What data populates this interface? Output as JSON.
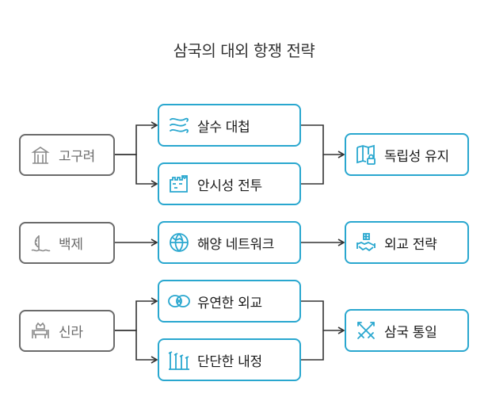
{
  "title": "삼국의 대외 항쟁 전략",
  "colors": {
    "kingdom_border": "#6b6b6b",
    "accent": "#29a7cf",
    "line": "#333333"
  },
  "kingdoms": [
    {
      "label": "고구려",
      "icon": "temple-icon"
    },
    {
      "label": "백제",
      "icon": "sailboat-icon"
    },
    {
      "label": "신라",
      "icon": "throne-icon"
    }
  ],
  "strategies": [
    {
      "label": "살수 대첩",
      "icon": "river-waves-icon"
    },
    {
      "label": "안시성 전투",
      "icon": "fortress-wall-icon"
    },
    {
      "label": "해양 네트워크",
      "icon": "globe-network-icon"
    },
    {
      "label": "유연한 외교",
      "icon": "linked-rings-icon"
    },
    {
      "label": "단단한 내정",
      "icon": "pillars-icon"
    }
  ],
  "results": [
    {
      "label": "독립성 유지",
      "icon": "map-lock-icon"
    },
    {
      "label": "외교 전략",
      "icon": "handshake-icon"
    },
    {
      "label": "삼국 통일",
      "icon": "crossed-swords-icon"
    }
  ]
}
